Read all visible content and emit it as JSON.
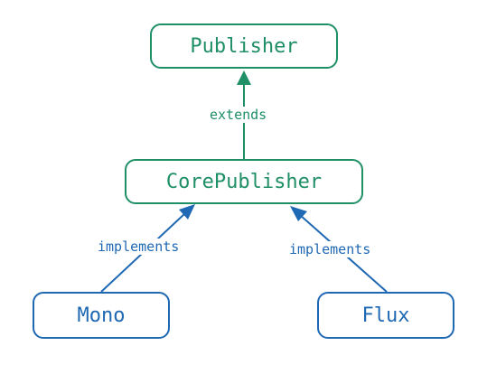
{
  "nodes": {
    "publisher": "Publisher",
    "core_publisher": "CorePublisher",
    "mono": "Mono",
    "flux": "Flux"
  },
  "edges": {
    "extends_label": "extends",
    "mono_label": "implements",
    "flux_label": "implements"
  },
  "colors": {
    "green": "#1f8f66",
    "blue": "#1f68b3",
    "background": "#ffffff"
  }
}
